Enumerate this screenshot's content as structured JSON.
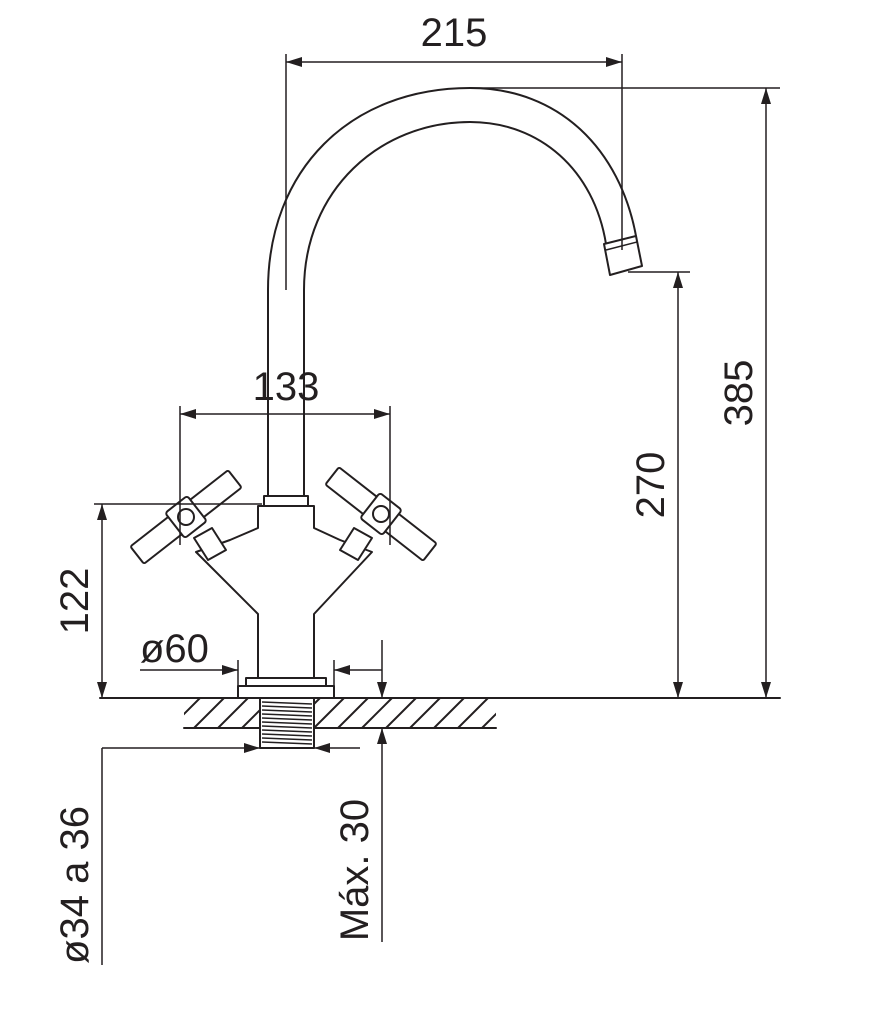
{
  "dimensions": {
    "spout_reach": "215",
    "total_height": "385",
    "spout_height": "270",
    "handle_span": "133",
    "base_height": "122",
    "base_diameter": "ø60",
    "hole_diameter": "ø34 a 36",
    "max_counter_thickness": "Máx. 30"
  },
  "colors": {
    "ink": "#231f20",
    "background": "#ffffff"
  }
}
